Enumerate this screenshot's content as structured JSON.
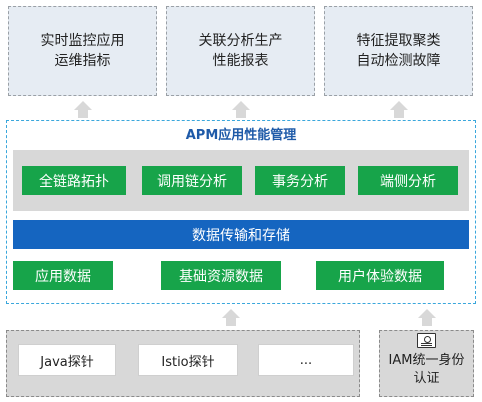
{
  "outputs": [
    {
      "line1": "实时监控应用",
      "line2": "运维指标"
    },
    {
      "line1": "关联分析生产",
      "line2": "性能报表"
    },
    {
      "line1": "特征提取聚类",
      "line2": "自动检测故障"
    }
  ],
  "apm": {
    "title": "APM应用性能管理",
    "analysis": [
      "全链路拓扑",
      "调用链分析",
      "事务分析",
      "端侧分析"
    ],
    "transport": "数据传输和存储",
    "data_sources": [
      "应用数据",
      "基础资源数据",
      "用户体验数据"
    ]
  },
  "agents": [
    "Java探针",
    "Istio探针",
    "..."
  ],
  "iam": {
    "line1": "IAM统一身份",
    "line2": "认证",
    "icon": "id-card-icon"
  },
  "colors": {
    "green": "#17a44a",
    "blue": "#1565c0",
    "apm_border": "#3aa7dc",
    "top_box_bg": "#e6ecf3",
    "gray": "#d8d8d8"
  }
}
